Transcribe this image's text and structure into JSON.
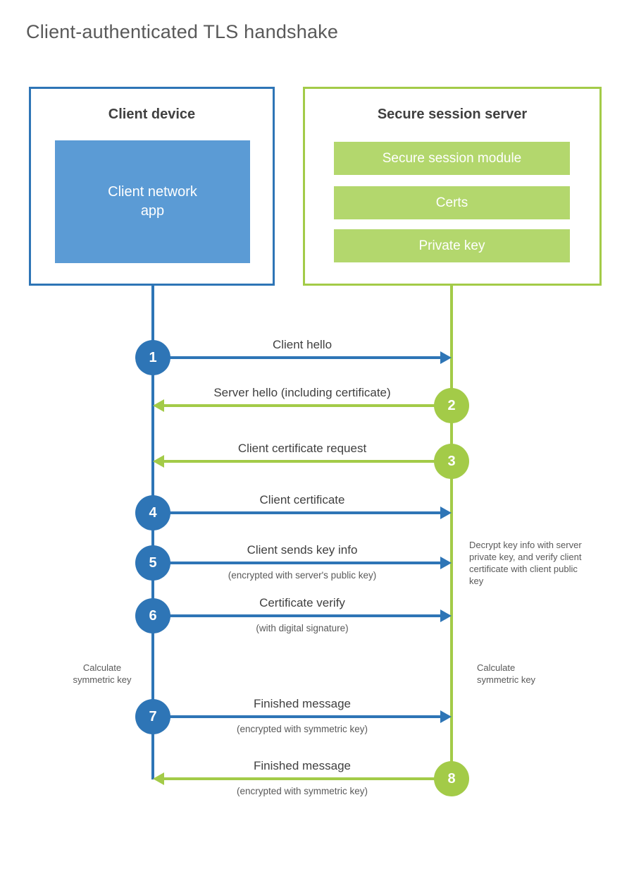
{
  "title": "Client-authenticated TLS handshake",
  "colors": {
    "blue": "#2e75b6",
    "blue_light": "#5b9bd5",
    "green": "#a3cb48",
    "green_light": "#b3d76d",
    "text_dark": "#404040",
    "text_gray": "#595959"
  },
  "client": {
    "title": "Client device",
    "app_label": "Client network app"
  },
  "server": {
    "title": "Secure session server",
    "modules": [
      "Secure session module",
      "Certs",
      "Private key"
    ]
  },
  "messages": [
    {
      "number": "1",
      "from": "client",
      "label": "Client hello",
      "sublabel": ""
    },
    {
      "number": "2",
      "from": "server",
      "label": "Server hello (including certificate)",
      "sublabel": ""
    },
    {
      "number": "3",
      "from": "server",
      "label": "Client certificate request",
      "sublabel": ""
    },
    {
      "number": "4",
      "from": "client",
      "label": "Client certificate",
      "sublabel": ""
    },
    {
      "number": "5",
      "from": "client",
      "label": "Client sends key info",
      "sublabel": "(encrypted with server's public key)"
    },
    {
      "number": "6",
      "from": "client",
      "label": "Certificate verify",
      "sublabel": "(with digital signature)"
    },
    {
      "number": "7",
      "from": "client",
      "label": "Finished message",
      "sublabel": "(encrypted with symmetric key)"
    },
    {
      "number": "8",
      "from": "server",
      "label": "Finished message",
      "sublabel": "(encrypted with symmetric key)"
    }
  ],
  "notes": {
    "decrypt": "Decrypt key info with server private key, and verify client certificate with client public key",
    "calculate_left": "Calculate symmetric key",
    "calculate_right": "Calculate symmetric key"
  }
}
